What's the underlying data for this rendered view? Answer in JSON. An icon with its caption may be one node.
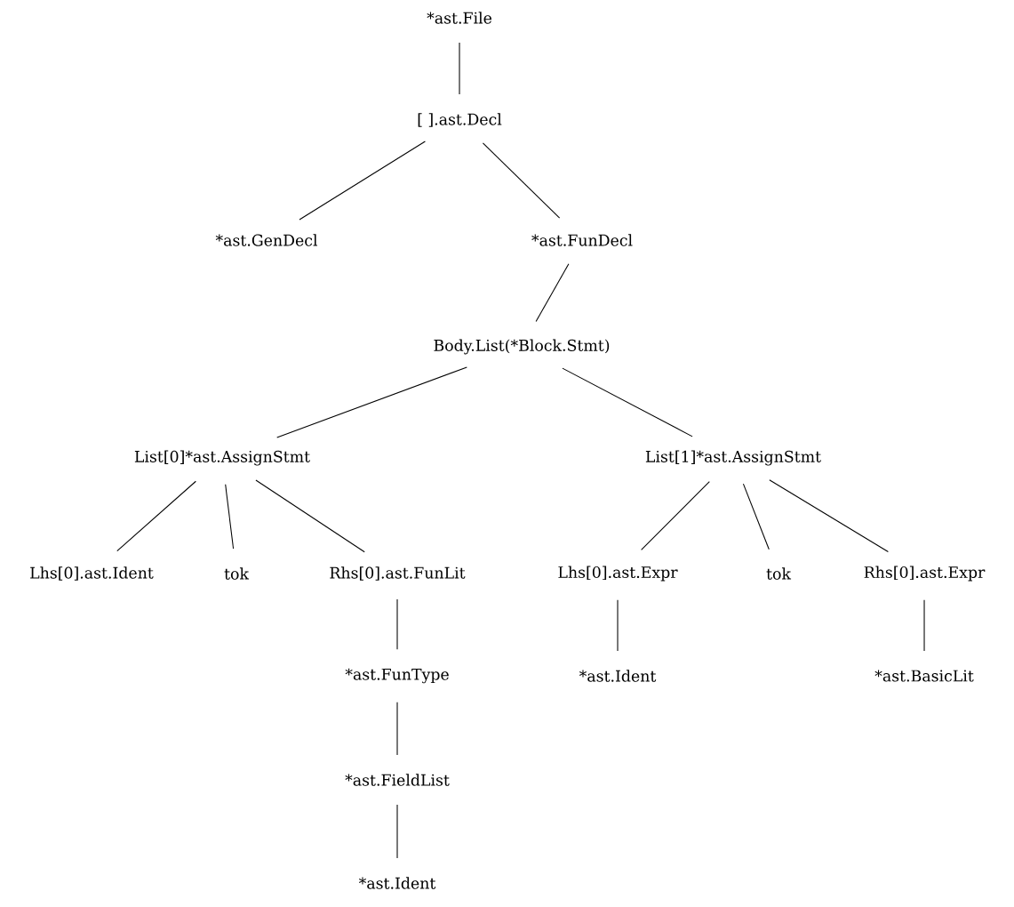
{
  "diagram": {
    "nodes": [
      {
        "text": [
          "*ast.File"
        ]
      },
      {
        "text": [
          "[ ].ast.Decl"
        ]
      },
      {
        "text": [
          "*ast.GenDecl"
        ]
      },
      {
        "text": [
          "*ast.FunDecl"
        ]
      },
      {
        "text": [
          "Body.List(*Block.Stmt)"
        ]
      },
      {
        "text": [
          "List[0]*ast.AssignStmt"
        ]
      },
      {
        "text": [
          "List[1]*ast.AssignStmt"
        ]
      },
      {
        "text": [
          "Lhs[0].ast.Ident"
        ]
      },
      {
        "text": [
          "tok"
        ]
      },
      {
        "text": [
          "Rhs[0].ast.FunLit"
        ]
      },
      {
        "text": [
          "Lhs[0].ast.Expr"
        ]
      },
      {
        "text": [
          "tok"
        ]
      },
      {
        "text": [
          "Rhs[0].ast.Expr"
        ]
      },
      {
        "text": [
          "*ast.FunType"
        ]
      },
      {
        "text": [
          "*ast.Ident"
        ]
      },
      {
        "text": [
          "*ast.BasicLit"
        ]
      },
      {
        "text": [
          "*ast.FieldList"
        ]
      },
      {
        "text": [
          "*ast.Ident"
        ]
      }
    ],
    "edges": [
      {
        "from": 0,
        "to": 1,
        "arrow": "none"
      },
      {
        "from": 1,
        "to": 2,
        "arrow": "none"
      },
      {
        "from": 1,
        "to": 3,
        "arrow": "none"
      },
      {
        "from": 3,
        "to": 4,
        "arrow": "none"
      },
      {
        "from": 4,
        "to": 5,
        "arrow": "none"
      },
      {
        "from": 4,
        "to": 6,
        "arrow": "none"
      },
      {
        "from": 5,
        "to": 7,
        "arrow": "none"
      },
      {
        "from": 5,
        "to": 8,
        "arrow": "none"
      },
      {
        "from": 5,
        "to": 9,
        "arrow": "none"
      },
      {
        "from": 6,
        "to": 10,
        "arrow": "none"
      },
      {
        "from": 6,
        "to": 11,
        "arrow": "none"
      },
      {
        "from": 6,
        "to": 12,
        "arrow": "none"
      },
      {
        "from": 9,
        "to": 13,
        "arrow": "none"
      },
      {
        "from": 10,
        "to": 14,
        "arrow": "none"
      },
      {
        "from": 12,
        "to": 15,
        "arrow": "none"
      },
      {
        "from": 13,
        "to": 16,
        "arrow": "none"
      },
      {
        "from": 16,
        "to": 17,
        "arrow": "none"
      }
    ]
  }
}
